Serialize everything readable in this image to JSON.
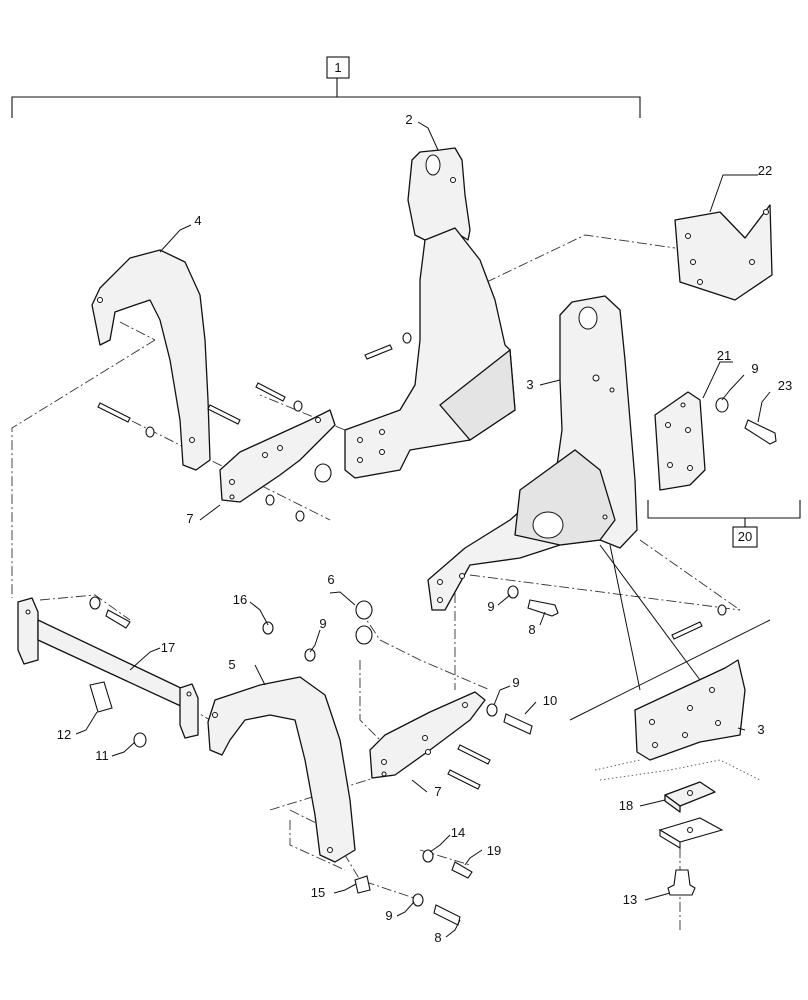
{
  "diagram": {
    "group_labels": {
      "assembly": "1",
      "panel_kit": "20"
    },
    "callouts": {
      "c2": "2",
      "c3_upper": "3",
      "c3_lower": "3",
      "c4": "4",
      "c5": "5",
      "c6": "6",
      "c7_upper": "7",
      "c7_lower": "7",
      "c8_upper": "8",
      "c8_lower": "8",
      "c9_a": "9",
      "c9_b": "9",
      "c9_c": "9",
      "c9_d": "9",
      "c9_e": "9",
      "c10": "10",
      "c11": "11",
      "c12": "12",
      "c13": "13",
      "c14": "14",
      "c15": "15",
      "c16": "16",
      "c17": "17",
      "c18": "18",
      "c19": "19",
      "c21": "21",
      "c22": "22",
      "c23": "23"
    }
  }
}
